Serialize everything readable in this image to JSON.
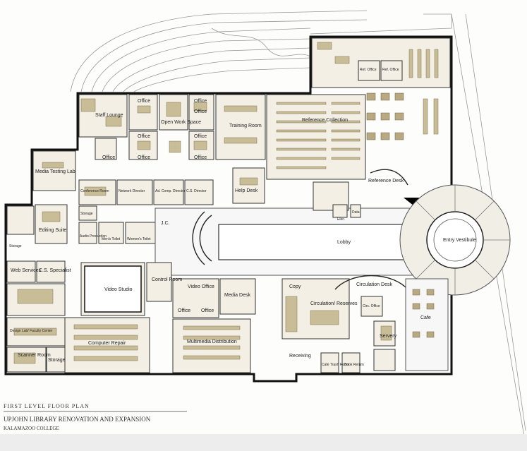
{
  "plan": {
    "heading": "FIRST LEVEL FLOOR PLAN",
    "title": "UPJOHN LIBRARY RENOVATION AND EXPANSION",
    "subtitle": "KALAMAZOO COLLEGE"
  },
  "rooms": {
    "staff_lounge": "Staff Lounge",
    "office_a": "Office",
    "office_b": "Office",
    "office_c": "Office",
    "office_d": "Office",
    "office_e": "Office",
    "office_f": "Office",
    "office_g": "Office",
    "office_h": "Office",
    "open_work_space": "Open Work Space",
    "training_room": "Training Room",
    "reference_collection": "Reference Collection",
    "ref_office_1": "Ref. Office",
    "ref_office_2": "Ref. Office",
    "reference_desk": "Reference Desk",
    "help_desk": "Help Desk",
    "media_testing_lab": "Media Testing Lab",
    "conference_room": "Conference Room",
    "network_director": "Network Director",
    "ad_comp_director": "Ad. Comp. Director",
    "cs_director": "C.S. Director",
    "storage_1": "Storage",
    "audio_production": "Audio Production",
    "mens_toilet": "Men's Toilet",
    "womens_toilet": "Women's Toilet",
    "jc": "J.C.",
    "editing_suite": "Editing Suite",
    "storage_2": "Storage",
    "lobby": "Lobby",
    "elec": "Elec.",
    "data": "Data",
    "entry_vestibule": "Entry Vestibule",
    "web_services": "Web Services",
    "cs_specialist": "C.S. Specialist",
    "video_studio": "Video Studio",
    "control_room": "Control Room",
    "video_office": "Video Office",
    "office_i": "Office",
    "office_j": "Office",
    "media_desk": "Media Desk",
    "copy": "Copy",
    "circulation_reserves": "Circulation/ Reserves",
    "circulation_desk": "Circulation Desk",
    "circ_office": "Circ. Office",
    "cafe": "Cafe",
    "servery": "Servery",
    "design_lab": "Design Lab/ Faculty Center",
    "computer_repair": "Computer Repair",
    "multimedia_distribution": "Multimedia Distribution",
    "receiving": "Receiving",
    "cafe_trash_room": "Cafe Trash Room",
    "book_return": "Book Return",
    "scanner_room": "Scanner Room",
    "storage_3": "Storage"
  }
}
